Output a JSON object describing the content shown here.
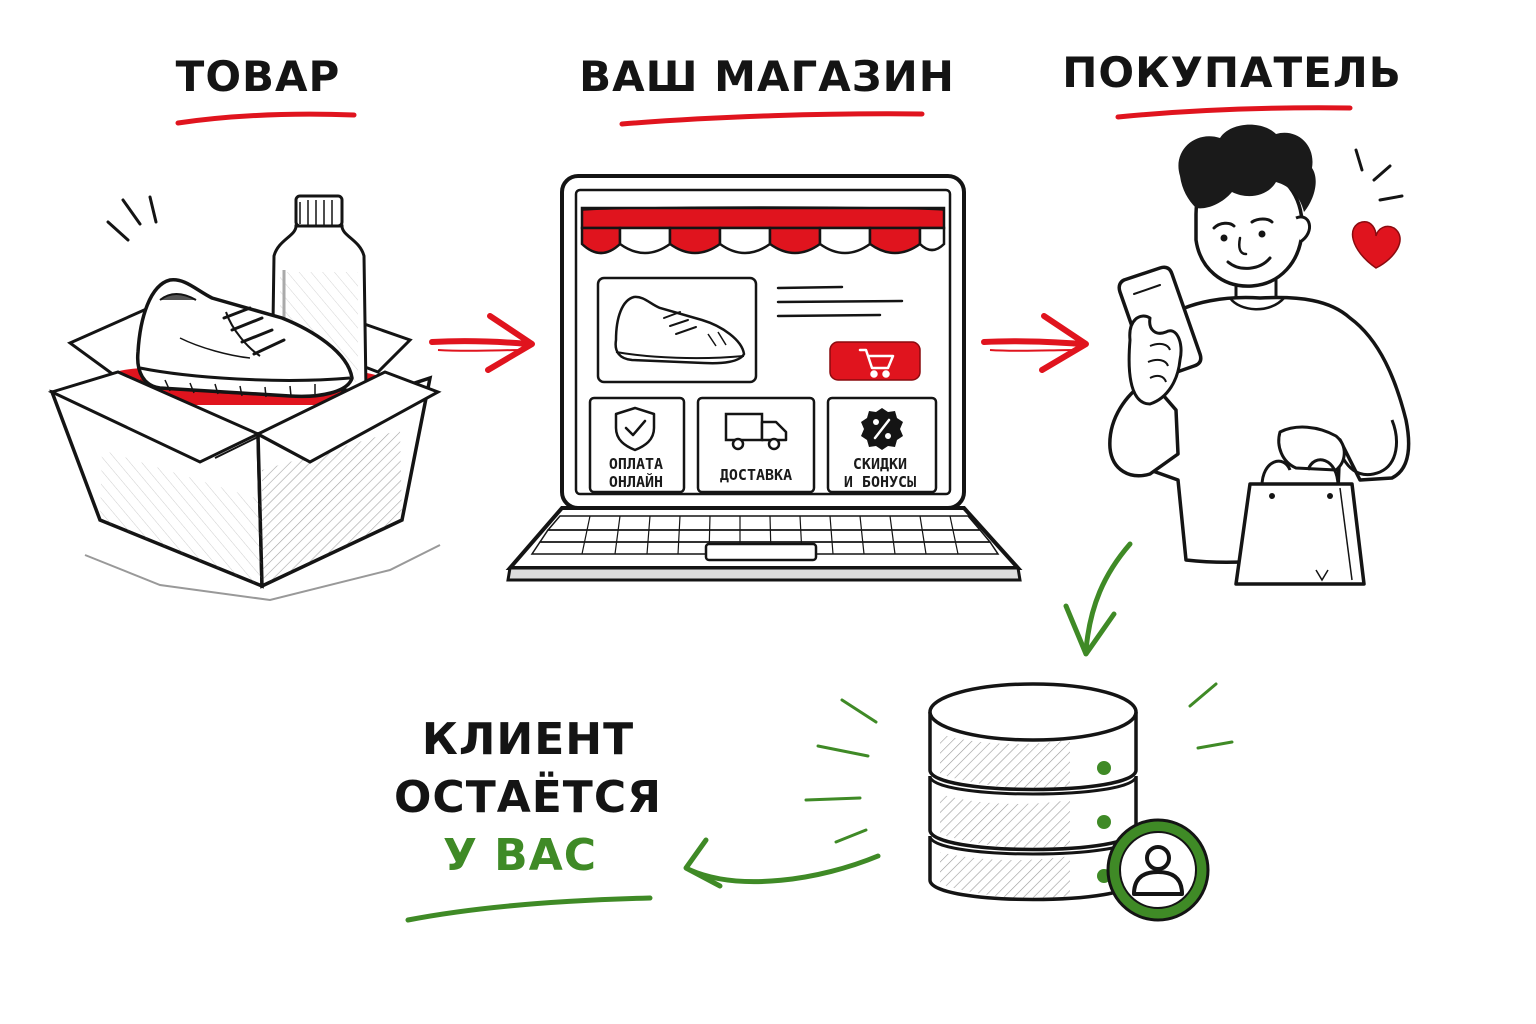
{
  "headings": {
    "product": "ТОВАР",
    "store": "ВАШ МАГАЗИН",
    "buyer": "ПОКУПАТЕЛЬ"
  },
  "features": {
    "payment_line1": "ОПЛАТА",
    "payment_line2": "ОНЛАЙН",
    "delivery": "ДОСТАВКА",
    "discounts_line1": "СКИДКИ",
    "discounts_line2": "И БОНУСЫ"
  },
  "client_note": {
    "line1": "КЛИЕНТ",
    "line2": "ОСТАЁТСЯ",
    "line3": "У ВАС"
  },
  "colors": {
    "accent_red": "#e0141e",
    "accent_green": "#3f8a26",
    "ink": "#141414"
  },
  "icons": [
    "box-icon",
    "sneaker-icon",
    "bottle-icon",
    "laptop-icon",
    "awning-icon",
    "cart-icon",
    "shield-check-icon",
    "truck-icon",
    "percent-badge-icon",
    "person-icon",
    "phone-icon",
    "shopping-bag-icon",
    "heart-icon",
    "database-icon",
    "user-icon",
    "arrow-icon"
  ]
}
